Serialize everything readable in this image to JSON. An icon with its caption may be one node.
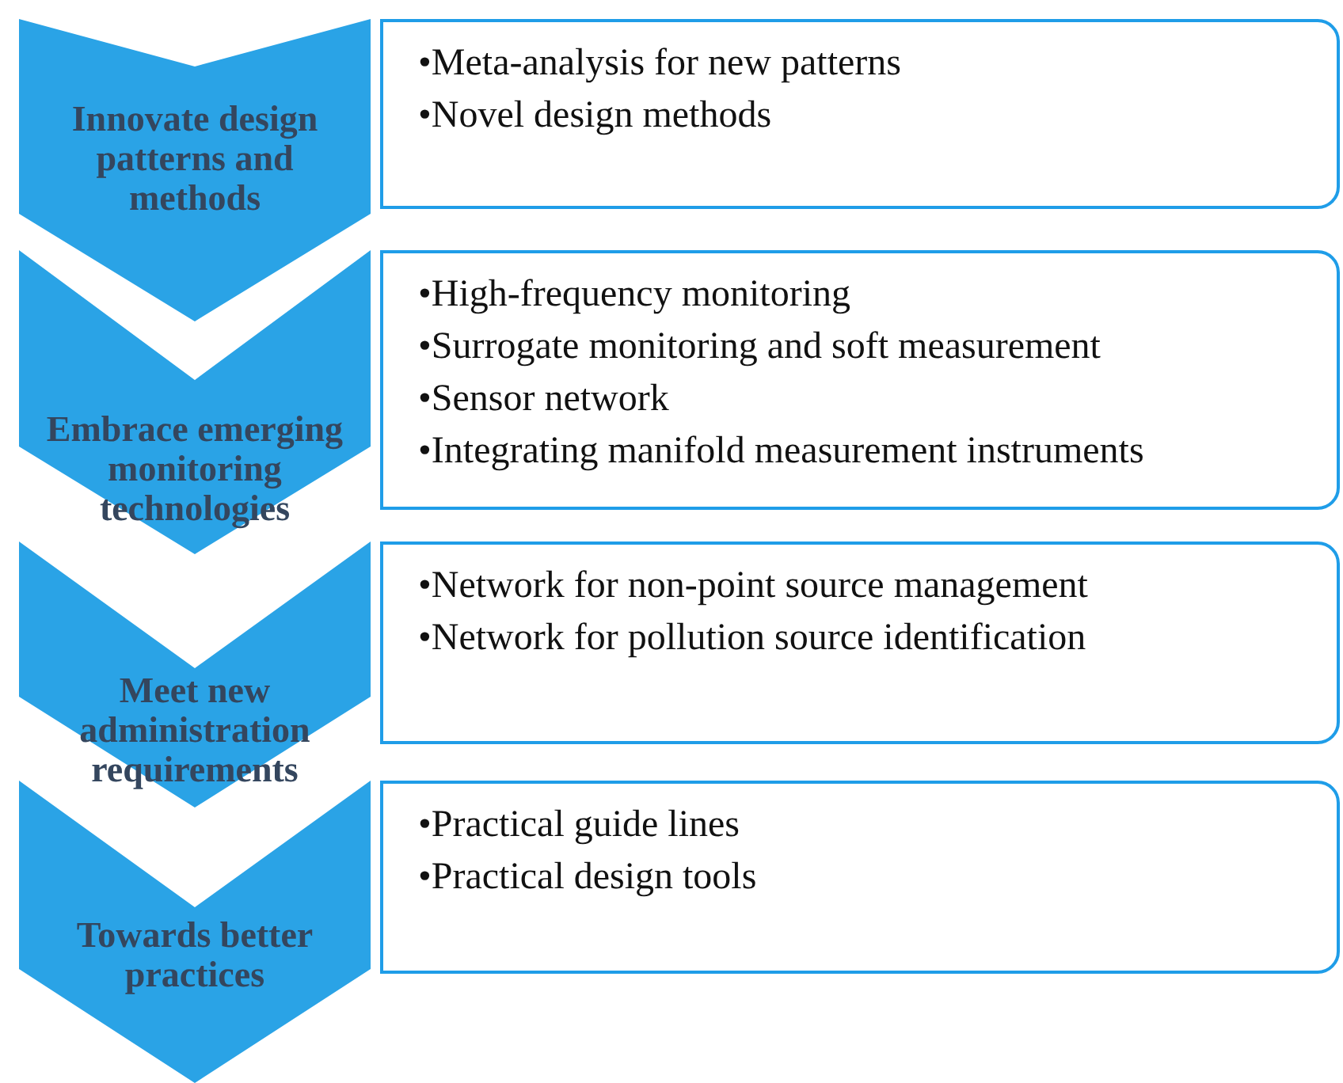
{
  "diagram": {
    "nodes": [
      {
        "text": [
          "Innovate design patterns and methods"
        ]
      },
      {
        "text": [
          "•Meta-analysis for new patterns",
          "•Novel design methods"
        ]
      },
      {
        "text": [
          "Embrace emerging monitoring technologies"
        ]
      },
      {
        "text": [
          "•High-frequency monitoring",
          "•Surrogate monitoring and soft measurement",
          "•Sensor network",
          "•Integrating manifold measurement instruments"
        ]
      },
      {
        "text": [
          "Meet new administration requirements"
        ]
      },
      {
        "text": [
          "•Network for non-point source management",
          "•Network for pollution source identification"
        ]
      },
      {
        "text": [
          "Towards better practices"
        ]
      },
      {
        "text": [
          "•Practical guide lines",
          "•Practical design tools"
        ]
      }
    ]
  }
}
